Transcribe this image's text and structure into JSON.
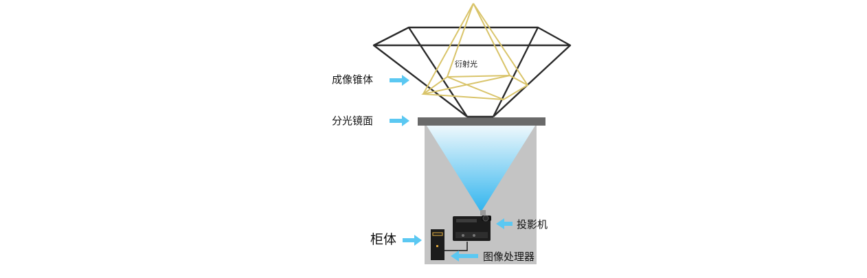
{
  "labels": {
    "diffracted_light": "衍射光",
    "imaging_pyramid": "成像锥体",
    "beam_splitter": "分光镜面",
    "projector": "投影机",
    "cabinet": "柜体",
    "image_processor": "图像处理器"
  },
  "colors": {
    "pyramid_line": "#2a2a2a",
    "inner_pyramid": "#d9c46a",
    "mirror": "#6a6a6a",
    "cabinet": "#c4c4c4",
    "beam_top": "#eaf6fb",
    "beam_bottom": "#36b8ef",
    "arrow": "#5bc8f2"
  },
  "icons": {
    "arrow": "arrow-icon",
    "projector": "projector-icon",
    "processor": "computer-tower-icon"
  }
}
